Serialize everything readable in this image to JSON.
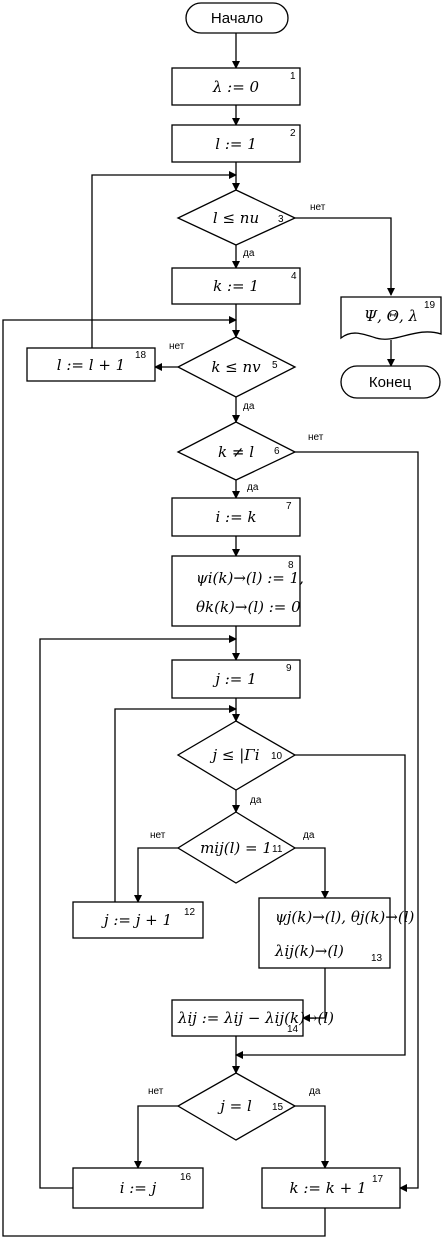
{
  "nodes": {
    "start": {
      "text": "Начало"
    },
    "end": {
      "text": "Конец"
    },
    "b1": {
      "text": "λ := 0",
      "num": "1"
    },
    "b2": {
      "text": "l := 1",
      "num": "2"
    },
    "b3": {
      "text": "l ≤ nu",
      "num": "3"
    },
    "b4": {
      "text": "k := 1",
      "num": "4"
    },
    "b5": {
      "text": "k ≤ nv",
      "num": "5"
    },
    "b6": {
      "text": "k ≠ l",
      "num": "6"
    },
    "b7": {
      "text": "i := k",
      "num": "7"
    },
    "b8": {
      "line1": "ψi(k)→(l) := 1,",
      "line2": "θk(k)→(l) := 0",
      "num": "8"
    },
    "b9": {
      "text": "j := 1",
      "num": "9"
    },
    "b10": {
      "text": "j ≤ |Γi",
      "num": "10"
    },
    "b11": {
      "text": "mij(l) = 1",
      "num": "11"
    },
    "b12": {
      "text": "j := j + 1",
      "num": "12"
    },
    "b13": {
      "line1": "ψj(k)→(l), θj(k)→(l)",
      "line2": "λij(k)→(l)",
      "num": "13"
    },
    "b14": {
      "text": "λij := λij − λij(k)→(l)",
      "num": "14"
    },
    "b15": {
      "text": "j = l",
      "num": "15"
    },
    "b16": {
      "text": "i := j",
      "num": "16"
    },
    "b17": {
      "text": "k := k + 1",
      "num": "17"
    },
    "b18": {
      "text": "l := l + 1",
      "num": "18"
    },
    "b19": {
      "text": "Ψ, Θ, λ",
      "num": "19"
    }
  },
  "edges": {
    "yes": "да",
    "no": "нет"
  }
}
